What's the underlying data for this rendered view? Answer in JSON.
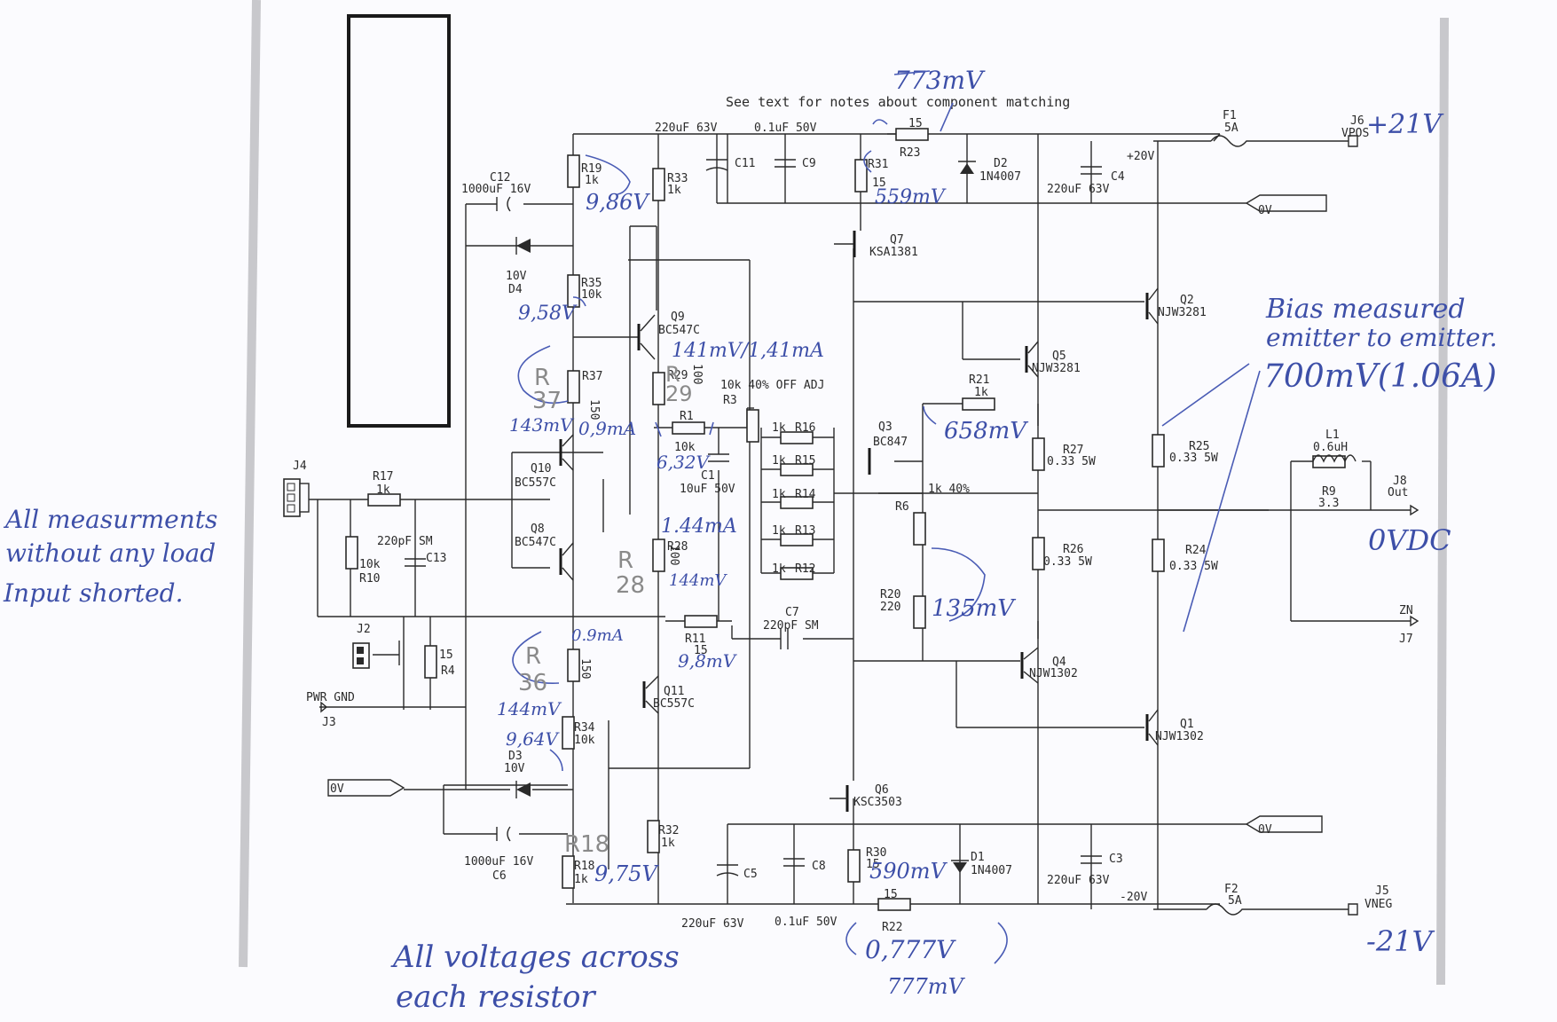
{
  "header_note": "See text for notes about component matching",
  "components": {
    "R19": {
      "ref": "R19",
      "value": "1k"
    },
    "R33": {
      "ref": "R33",
      "value": "1k"
    },
    "R35": {
      "ref": "R35",
      "value": "10k"
    },
    "R37": {
      "ref": "R37",
      "value": "150"
    },
    "R29": {
      "ref": "R29",
      "value": "100"
    },
    "R1": {
      "ref": "R1",
      "value": "10k"
    },
    "R3": {
      "ref": "R3",
      "value": "10k 40% OFF ADJ"
    },
    "R16": {
      "ref": "R16",
      "value": "1k"
    },
    "R15": {
      "ref": "R15",
      "value": "1k"
    },
    "R14": {
      "ref": "R14",
      "value": "1k"
    },
    "R13": {
      "ref": "R13",
      "value": "1k"
    },
    "R12": {
      "ref": "R12",
      "value": "1k"
    },
    "R17": {
      "ref": "R17",
      "value": "1k"
    },
    "R10": {
      "ref": "R10",
      "value": "10k"
    },
    "R4": {
      "ref": "R4",
      "value": "15"
    },
    "R28": {
      "ref": "R28",
      "value": "100"
    },
    "R11": {
      "ref": "R11",
      "value": "15"
    },
    "R36": {
      "ref": "R36",
      "value": "150"
    },
    "R34": {
      "ref": "R34",
      "value": "10k"
    },
    "R18": {
      "ref": "R18",
      "value": "1k"
    },
    "R32": {
      "ref": "R32",
      "value": "1k"
    },
    "R30": {
      "ref": "R30",
      "value": "15"
    },
    "R22": {
      "ref": "R22",
      "value": "15"
    },
    "R23": {
      "ref": "R23",
      "value": "15"
    },
    "R31": {
      "ref": "R31",
      "value": "15"
    },
    "R21": {
      "ref": "R21",
      "value": "1k"
    },
    "R6": {
      "ref": "R6",
      "value": "1k 40%"
    },
    "R20": {
      "ref": "R20",
      "value": "220"
    },
    "R27": {
      "ref": "R27",
      "value": "0.33 5W"
    },
    "R26": {
      "ref": "R26",
      "value": "0.33 5W"
    },
    "R25": {
      "ref": "R25",
      "value": "0.33 5W"
    },
    "R24": {
      "ref": "R24",
      "value": "0.33 5W"
    },
    "R9": {
      "ref": "R9",
      "value": "3.3"
    },
    "C12": {
      "ref": "C12",
      "value": "1000uF 16V"
    },
    "C11": {
      "ref": "C11",
      "value": "220uF 63V"
    },
    "C9": {
      "ref": "C9",
      "value": "0.1uF 50V"
    },
    "C4": {
      "ref": "C4",
      "value": "220uF 63V"
    },
    "C13": {
      "ref": "C13",
      "value": "220pF SM"
    },
    "C1": {
      "ref": "C1",
      "value": "10uF 50V"
    },
    "C7": {
      "ref": "C7",
      "value": "220pF SM"
    },
    "C6": {
      "ref": "C6",
      "value": "1000uF 16V"
    },
    "C5": {
      "ref": "C5",
      "value": "220uF 63V"
    },
    "C8": {
      "ref": "C8",
      "value": "0.1uF 50V"
    },
    "C3": {
      "ref": "C3",
      "value": "220uF 63V"
    },
    "D4": {
      "ref": "D4",
      "value": "10V"
    },
    "D3": {
      "ref": "D3",
      "value": "10V"
    },
    "D2": {
      "ref": "D2",
      "value": "1N4007"
    },
    "D1": {
      "ref": "D1",
      "value": "1N4007"
    },
    "L1": {
      "ref": "L1",
      "value": "0.6uH"
    },
    "F1": {
      "ref": "F1",
      "value": "5A"
    },
    "F2": {
      "ref": "F2",
      "value": "5A"
    },
    "Q9": {
      "ref": "Q9",
      "value": "BC547C"
    },
    "Q10": {
      "ref": "Q10",
      "value": "BC557C"
    },
    "Q8": {
      "ref": "Q8",
      "value": "BC547C"
    },
    "Q11": {
      "ref": "Q11",
      "value": "BC557C"
    },
    "Q7": {
      "ref": "Q7",
      "value": "KSA1381"
    },
    "Q6": {
      "ref": "Q6",
      "value": "KSC3503"
    },
    "Q3": {
      "ref": "Q3",
      "value": "BC847"
    },
    "Q5": {
      "ref": "Q5",
      "value": "NJW3281"
    },
    "Q2": {
      "ref": "Q2",
      "value": "NJW3281"
    },
    "Q4": {
      "ref": "Q4",
      "value": "NJW1302"
    },
    "Q1": {
      "ref": "Q1",
      "value": "NJW1302"
    }
  },
  "connectors": {
    "J4": "J4",
    "J2": "J2",
    "J3": "J3",
    "J3_label": "PWR GND",
    "J6": "J6",
    "J6_label": "VPOS",
    "J5": "J5",
    "J5_label": "VNEG",
    "J8": "J8",
    "J8_label": "Out",
    "J7": "J7",
    "J7_label": "ZN",
    "gnd_top": "0V",
    "gnd_bottom": "0V",
    "gnd_left": "0V",
    "rail_pos": "+20V",
    "rail_neg": "-20V"
  },
  "handwritten": {
    "v_r23": "773mV",
    "v_r31": "559mV",
    "v_r19": "9,86V",
    "v_r35": "9,58V",
    "v_q9": "141mV/1,41mA",
    "r37_tag": "R",
    "r37_num": "37",
    "v_r37": "143mV",
    "i_r37": "0,9mA",
    "r29_tag": "R",
    "r29_num": "29",
    "v_r1": "6,32V",
    "i_r28": "1.44mA",
    "v_r28": "144mV",
    "r28_tag": "R",
    "r28_num": "28",
    "v_r21": "658mV",
    "v_r20": "135mV",
    "i_r36": "0.9mA",
    "r36_tag": "R",
    "r36_num": "36",
    "v_r36": "144mV",
    "v_r11": "9,8mV",
    "v_r34": "9,64V",
    "r18_tag": "R18",
    "v_r18": "9,75V",
    "v_r30": "590mV",
    "v_r22": "0,777V",
    "v_r22_mv": "777mV",
    "vpos_note": "+21V",
    "vneg_note": "-21V",
    "bias_line1": "Bias measured",
    "bias_line2": "emitter to emitter.",
    "bias_value": "700mV(1.06A)",
    "out_dc": "0VDC",
    "left_note1": "All measurments",
    "left_note2": "without any load",
    "left_note3": "Input shorted.",
    "bottom_note1": "All voltages across",
    "bottom_note2": "each resistor"
  }
}
